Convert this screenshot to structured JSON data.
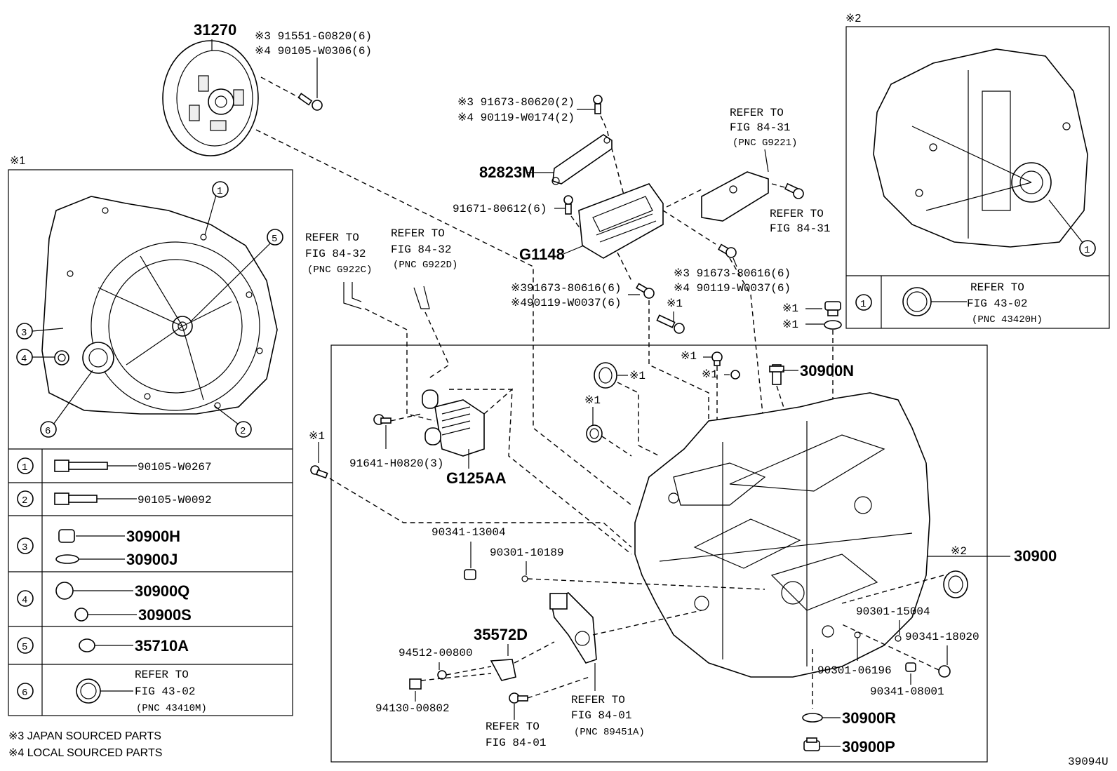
{
  "diagram_id": "39094U",
  "top_labels": {
    "clutch": "31270",
    "clutch_bolt_3": "※3 91551-G0820(6)",
    "clutch_bolt_4": "※4 90105-W0306(6)",
    "bolt_a3": "※3 91673-80620(2)",
    "bolt_a4": "※4 90119-W0174(2)",
    "bracket": "82823M",
    "bolt_b": "91671-80612(6)",
    "g1148": "G1148",
    "bolt_c3": "※391673-80616(6)",
    "bolt_c4": "※490119-W0037(6)",
    "bolt_d3": "※3 91673-80616(6)",
    "bolt_d4": "※4 90119-W0037(6)",
    "mark1_a": "※1",
    "refer_top_a1": "REFER TO",
    "refer_top_a2": "FIG 84-31",
    "refer_top_a3": "(PNC G9221)",
    "refer_top_b1": "REFER TO",
    "refer_top_b2": "FIG 84-31",
    "refer_left_a1": "REFER TO",
    "refer_left_a2": "FIG 84-32",
    "refer_left_a3": "(PNC G922C)",
    "refer_left_b1": "REFER TO",
    "refer_left_b2": "FIG 84-32",
    "refer_left_b3": "(PNC G922D)"
  },
  "main_labels": {
    "p30900N": "30900N",
    "p30900": "30900",
    "cooler_bolt": "91641-H0820(3)",
    "g125aa": "G125AA",
    "p90341_13004": "90341-13004",
    "p90301_10189": "90301-10189",
    "p35572D": "35572D",
    "p94512": "94512-00800",
    "p94130": "94130-00802",
    "refer_84_01_a1": "REFER TO",
    "refer_84_01_a2": "FIG 84-01",
    "refer_84_01_b1": "REFER TO",
    "refer_84_01_b2": "FIG 84-01",
    "refer_84_01_b3": "(PNC 89451A)",
    "p90301_15004": "90301-15004",
    "p90341_18020": "90341-18020",
    "p90301_06196": "90301-06196",
    "p90341_08001": "90341-08001",
    "p30900R": "30900R",
    "p30900P": "30900P",
    "mark1": "※1",
    "mark2": "※2"
  },
  "inset1": {
    "tag": "※1",
    "rows": [
      {
        "num": "1",
        "parts": [
          "90105-W0267"
        ]
      },
      {
        "num": "2",
        "parts": [
          "90105-W0092"
        ]
      },
      {
        "num": "3",
        "parts": [
          "30900H",
          "30900J"
        ]
      },
      {
        "num": "4",
        "parts": [
          "30900Q",
          "30900S"
        ]
      },
      {
        "num": "5",
        "parts": [
          "35710A"
        ]
      },
      {
        "num": "6",
        "parts": [
          "REFER TO",
          "FIG 43-02",
          "(PNC 43410M)"
        ]
      }
    ],
    "callouts": [
      "1",
      "5",
      "3",
      "4",
      "6",
      "2"
    ]
  },
  "inset2": {
    "tag": "※2",
    "row_num": "1",
    "refer": [
      "REFER TO",
      "FIG 43-02",
      "(PNC 43420H)"
    ],
    "callout": "1"
  },
  "footnotes": {
    "note3": "※3 JAPAN SOURCED PARTS",
    "note4": "※4 LOCAL SOURCED PARTS"
  }
}
